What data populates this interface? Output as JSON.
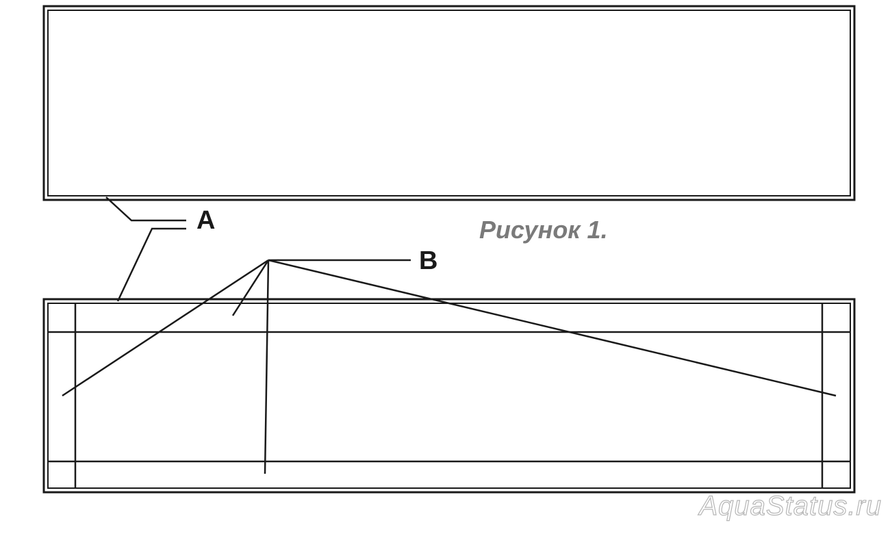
{
  "diagram": {
    "caption": "Рисунок 1.",
    "labels": {
      "a": "A",
      "b": "B"
    },
    "watermark": "AquaStatus.ru",
    "colors": {
      "line": "#1a1a1a",
      "caption": "#7a7a7a",
      "watermark_outline": "#b5b5b5",
      "background": "#ffffff"
    }
  }
}
